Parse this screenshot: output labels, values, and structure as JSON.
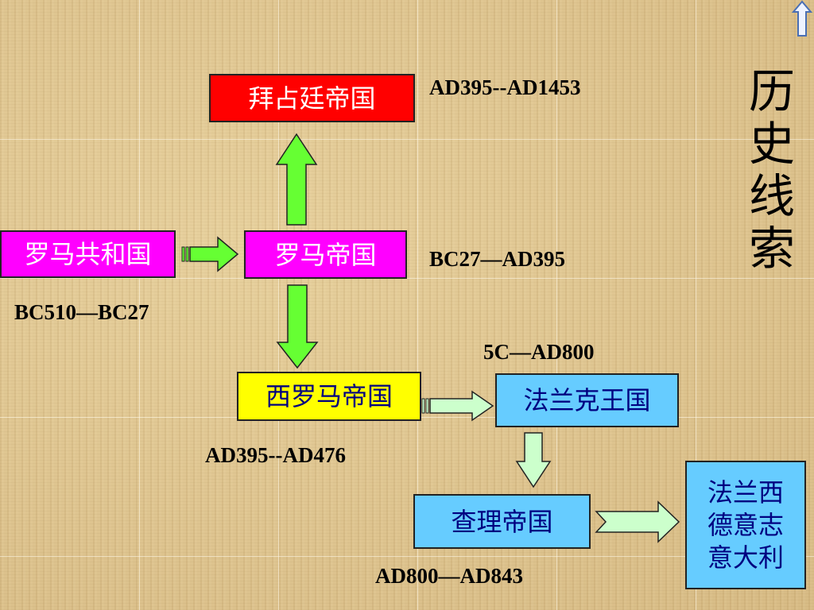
{
  "title_chars": [
    "历",
    "史",
    "线",
    "索"
  ],
  "nodes": {
    "byzantine": "拜占廷帝国",
    "roman_republic": "罗马共和国",
    "roman_empire": "罗马帝国",
    "western_roman": "西罗马帝国",
    "frankish": "法兰克王国",
    "charlemagne": "查理帝国",
    "successors": [
      "法兰西",
      "德意志",
      "意大利"
    ]
  },
  "dates": {
    "byzantine": "AD395--AD1453",
    "roman_empire": "BC27—AD395",
    "roman_republic": "BC510—BC27",
    "frankish": "5C—AD800",
    "western_roman": "AD395--AD476",
    "charlemagne": "AD800—AD843"
  },
  "colors": {
    "red_box": "#ff0000",
    "magenta_box": "#ff00ff",
    "yellow_box": "#ffff00",
    "blue_box": "#66ccff",
    "bright_arrow": "#66ff33",
    "pale_arrow": "#ccffcc"
  },
  "icons": {
    "back_nav": "up-arrow-icon"
  }
}
